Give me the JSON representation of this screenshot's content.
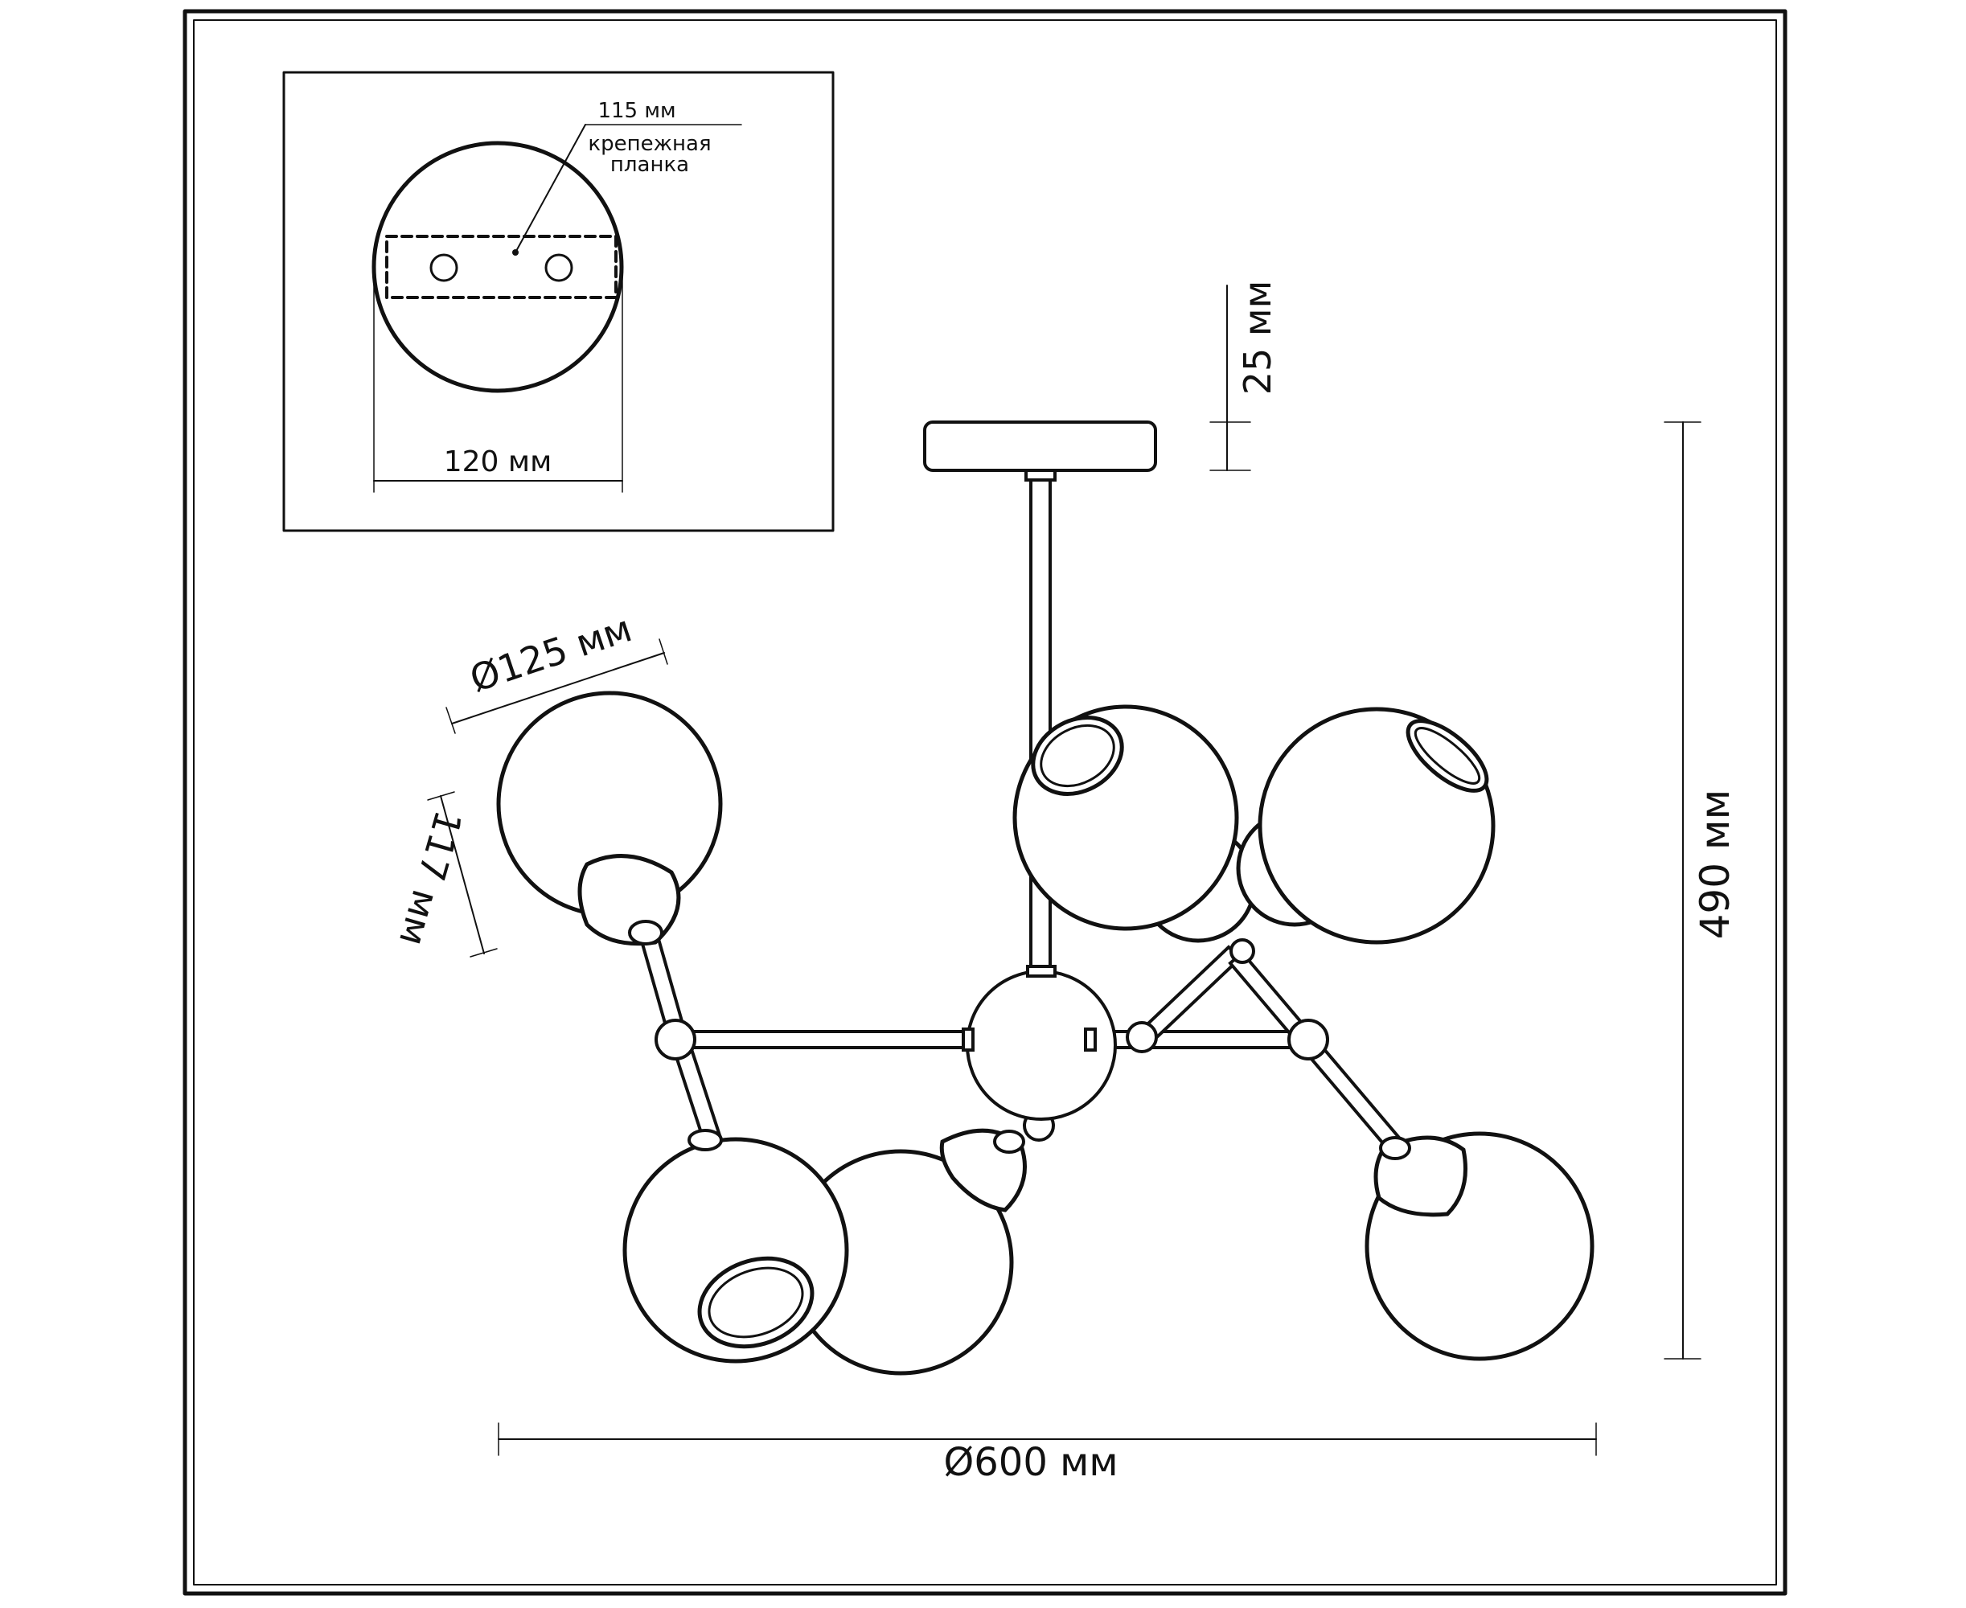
{
  "inset": {
    "spacing_label": "115 мм",
    "bracket_label_line1": "крепежная",
    "bracket_label_line2": "планка",
    "canopy_diameter_label": "120 мм"
  },
  "dimensions": {
    "canopy_height": "25 мм",
    "total_height": "490 мм",
    "total_diameter": "Ø600 мм",
    "shade_diameter": "Ø125 мм",
    "shade_height": "117 мм"
  },
  "colors": {
    "line": "#111111",
    "background": "#ffffff"
  }
}
